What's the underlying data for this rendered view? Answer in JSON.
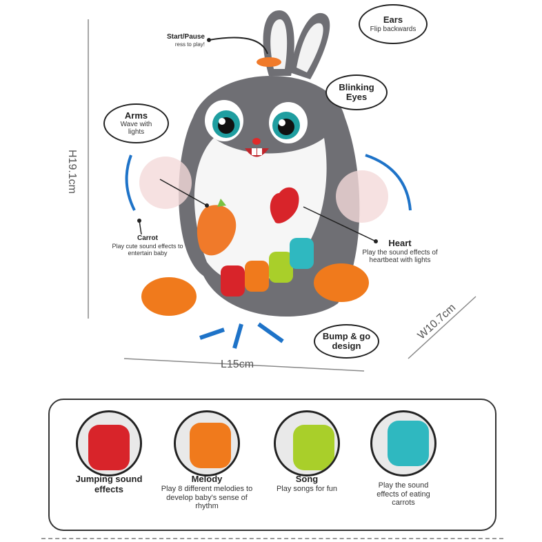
{
  "callouts": {
    "ears": {
      "title": "Ears",
      "desc": "Flip backwards"
    },
    "start_pause": {
      "title": "Start/Pause",
      "desc": "ress to play!"
    },
    "blinking_eyes": {
      "title": "Blinking Eyes"
    },
    "arms": {
      "title": "Arms",
      "desc": "Wave with lights"
    },
    "carrot": {
      "title": "Carrot",
      "desc": "Play cute sound effects to entertain baby"
    },
    "heart": {
      "title": "Heart",
      "desc": "Play the sound effects of heartbeat with lights"
    },
    "bump_go": {
      "title": "Bump & go design"
    }
  },
  "dimensions": {
    "height": "H19.1cm",
    "length": "L15cm",
    "width": "W10.7cm"
  },
  "features": [
    {
      "title": "Jumping sound effects",
      "desc": "",
      "color": "#d8242a"
    },
    {
      "title": "Melody",
      "desc": "Play 8 different melodies to develop baby's sense of rhythm",
      "color": "#f07a1c"
    },
    {
      "title": "Song",
      "desc": "Play songs for fun",
      "color": "#a9cf2a"
    },
    {
      "title": "",
      "desc": "Play the sound effects of eating carrots",
      "color": "#2fb8c0"
    }
  ]
}
